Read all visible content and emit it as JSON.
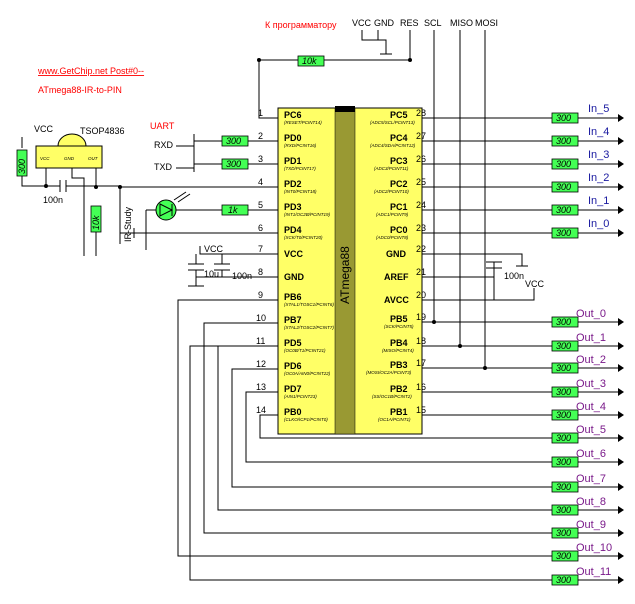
{
  "header": {
    "site": "www.GetChip.net   Post#0--",
    "project": "ATmega88-IR-to-PIN",
    "programmer_label": "К программатору",
    "uart_label": "UART",
    "rxd_label": "RXD",
    "txd_label": "TXD",
    "ir_study_label": "IR-Study",
    "vcc_label": "VCC"
  },
  "prog_connector": [
    "VCC",
    "GND",
    "RES",
    "SCL",
    "MISO",
    "MOSI"
  ],
  "sensor": {
    "name": "TSOP4836",
    "pins": [
      "VCC",
      "GND",
      "OUT"
    ]
  },
  "chip": {
    "name": "ATmega88"
  },
  "left_pins": [
    {
      "num": "1",
      "name": "PC6",
      "sub": "(RESET/PCINT14)"
    },
    {
      "num": "2",
      "name": "PD0",
      "sub": "(RXD/PCINT16)"
    },
    {
      "num": "3",
      "name": "PD1",
      "sub": "(TXD/PCINT17)"
    },
    {
      "num": "4",
      "name": "PD2",
      "sub": "(INT0/PCINT18)"
    },
    {
      "num": "5",
      "name": "PD3",
      "sub": "(INT1/OC2B/PCINT19)"
    },
    {
      "num": "6",
      "name": "PD4",
      "sub": "(XCK/T0/PCINT20)"
    },
    {
      "num": "7",
      "name": "VCC",
      "sub": ""
    },
    {
      "num": "8",
      "name": "GND",
      "sub": ""
    },
    {
      "num": "9",
      "name": "PB6",
      "sub": "(XTAL1/TOSC1/PCINT6)"
    },
    {
      "num": "10",
      "name": "PB7",
      "sub": "(XTAL2/TOSC2/PCINT7)"
    },
    {
      "num": "11",
      "name": "PD5",
      "sub": "(OC0B/T1/PCINT21)"
    },
    {
      "num": "12",
      "name": "PD6",
      "sub": "(OC0A/AIN0/PCINT22)"
    },
    {
      "num": "13",
      "name": "PD7",
      "sub": "(AIN1/PCINT23)"
    },
    {
      "num": "14",
      "name": "PB0",
      "sub": "(CLKO/ICP1/PCINT0)"
    }
  ],
  "right_pins": [
    {
      "num": "28",
      "name": "PC5",
      "sub": "(ADC5/SCL/PCINT13)"
    },
    {
      "num": "27",
      "name": "PC4",
      "sub": "(ADC4/SDA/PCINT12)"
    },
    {
      "num": "26",
      "name": "PC3",
      "sub": "(ADC3/PCINT11)"
    },
    {
      "num": "25",
      "name": "PC2",
      "sub": "(ADC2/PCINT10)"
    },
    {
      "num": "24",
      "name": "PC1",
      "sub": "(ADC1/PCINT9)"
    },
    {
      "num": "23",
      "name": "PC0",
      "sub": "(ADC0/PCINT8)"
    },
    {
      "num": "22",
      "name": "GND",
      "sub": ""
    },
    {
      "num": "21",
      "name": "AREF",
      "sub": ""
    },
    {
      "num": "20",
      "name": "AVCC",
      "sub": ""
    },
    {
      "num": "19",
      "name": "PB5",
      "sub": "(SCK/PCINT5)"
    },
    {
      "num": "18",
      "name": "PB4",
      "sub": "(MISO/PCINT4)"
    },
    {
      "num": "17",
      "name": "PB3",
      "sub": "(MOSI/OC2A/PCINT3)"
    },
    {
      "num": "16",
      "name": "PB2",
      "sub": "(SS/OC1B/PCINT2)"
    },
    {
      "num": "15",
      "name": "PB1",
      "sub": "(OC1A/PCINT1)"
    }
  ],
  "inputs": [
    "In_5",
    "In_4",
    "In_3",
    "In_2",
    "In_1",
    "In_0"
  ],
  "outputs": [
    "Out_0",
    "Out_1",
    "Out_2",
    "Out_3",
    "Out_4",
    "Out_5",
    "Out_6",
    "Out_7",
    "Out_8",
    "Out_9",
    "Out_10",
    "Out_11"
  ],
  "components": {
    "r_pullup": "10k",
    "r_uart": "300",
    "r_led": "1k",
    "r_ir_pullup": "10k",
    "r_sensor": "300",
    "r_io": "300",
    "c_sensor": "100n",
    "c_vcc_1": "10u",
    "c_vcc_2": "100n",
    "c_avcc": "100n"
  }
}
